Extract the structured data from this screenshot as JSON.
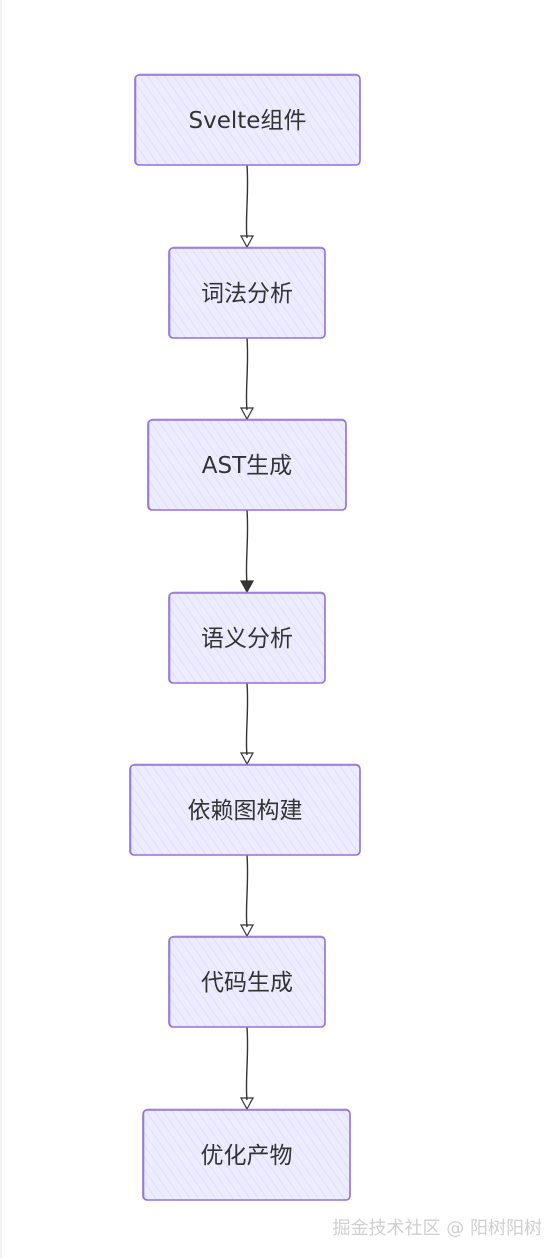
{
  "diagram": {
    "type": "flowchart",
    "direction": "top-to-bottom",
    "nodes": [
      {
        "id": "n1",
        "label": "Svelte组件"
      },
      {
        "id": "n2",
        "label": "词法分析"
      },
      {
        "id": "n3",
        "label": "AST生成"
      },
      {
        "id": "n4",
        "label": "语义分析"
      },
      {
        "id": "n5",
        "label": "依赖图构建"
      },
      {
        "id": "n6",
        "label": "代码生成"
      },
      {
        "id": "n7",
        "label": "优化产物"
      }
    ],
    "edges": [
      {
        "from": "n1",
        "to": "n2"
      },
      {
        "from": "n2",
        "to": "n3"
      },
      {
        "from": "n3",
        "to": "n4"
      },
      {
        "from": "n4",
        "to": "n5"
      },
      {
        "from": "n5",
        "to": "n6"
      },
      {
        "from": "n6",
        "to": "n7"
      }
    ],
    "colors": {
      "node_fill": "#ececfe",
      "node_stroke": "#9370db",
      "hatch": "#d6d3f7",
      "edge": "#333333",
      "text": "#333333"
    }
  },
  "watermark": "掘金技术社区 @ 阳树阳树"
}
